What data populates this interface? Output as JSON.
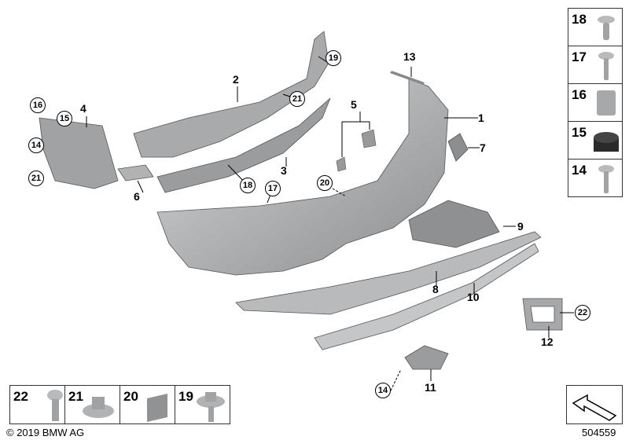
{
  "callouts": {
    "p1": "1",
    "p2": "2",
    "p3": "3",
    "p4": "4",
    "p5": "5",
    "p6": "6",
    "p7": "7",
    "p8": "8",
    "p9": "9",
    "p10": "10",
    "p11": "11",
    "p12": "12",
    "p13": "13",
    "c19": "19",
    "c21a": "21",
    "c16": "16",
    "c15": "15",
    "c14a": "14",
    "c21b": "21",
    "c18": "18",
    "c17": "17",
    "c20": "20",
    "c22": "22",
    "c14b": "14"
  },
  "side_legend": [
    "18",
    "17",
    "16",
    "15",
    "14"
  ],
  "bottom_legend": [
    "22",
    "21",
    "20",
    "19"
  ],
  "footer": {
    "copyright": "© 2019 BMW AG",
    "diagram_number": "504559"
  },
  "icons": {
    "orientation": "arrow-orientation-icon"
  },
  "colors": {
    "part_fill": "#b4b6b8",
    "part_dark": "#6e7072",
    "line": "#000000"
  }
}
